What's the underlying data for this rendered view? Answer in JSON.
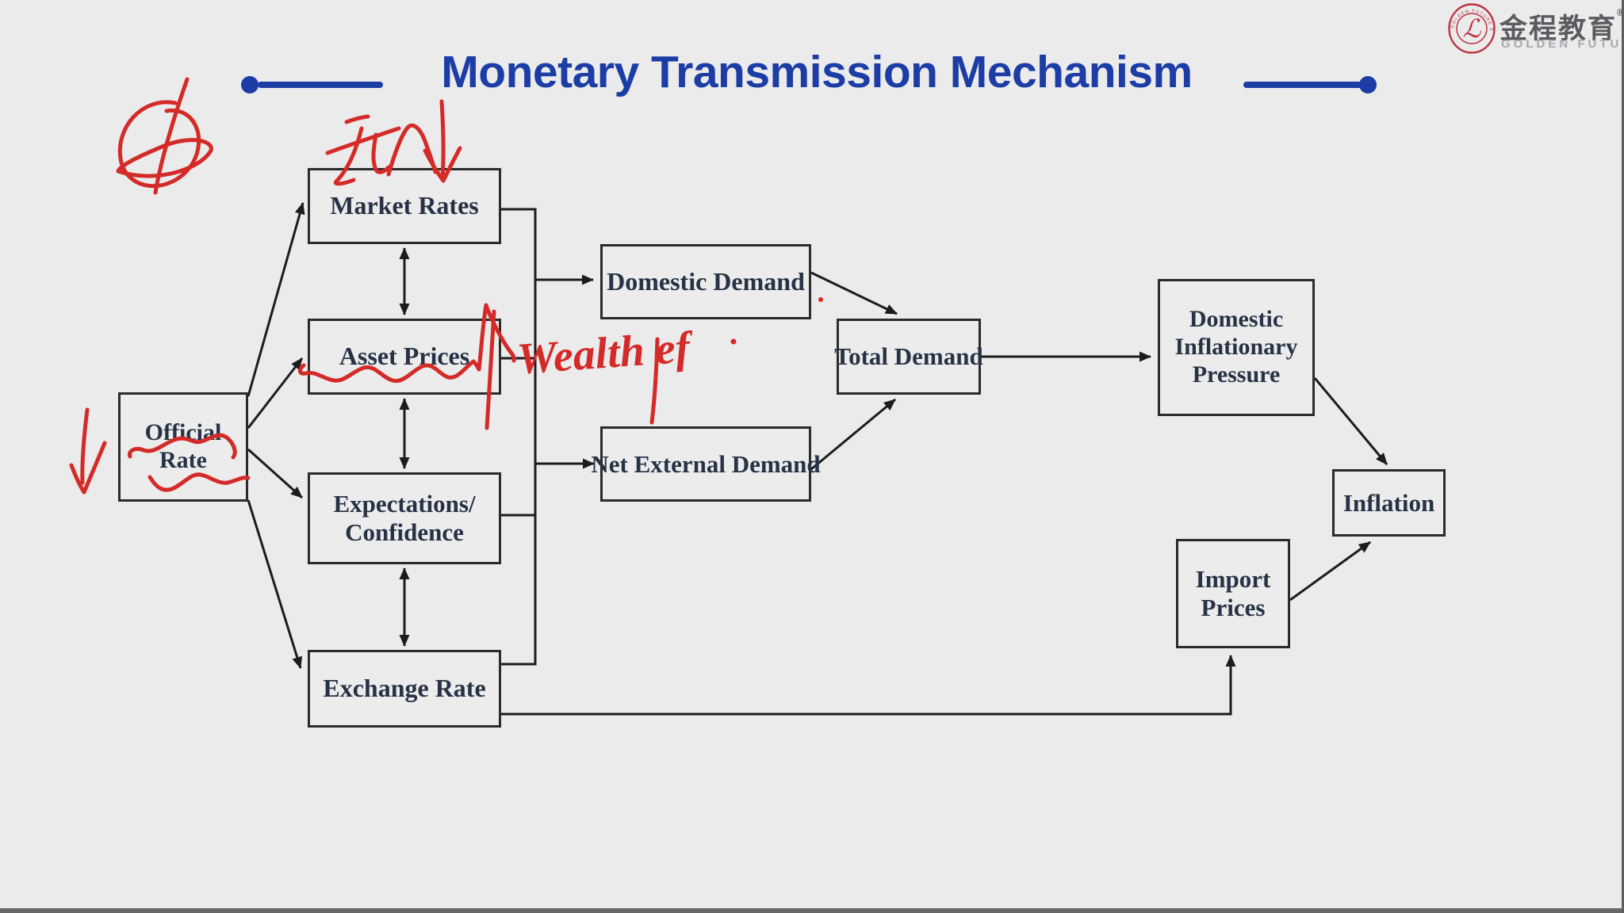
{
  "title": {
    "text": "Monetary Transmission Mechanism"
  },
  "logo": {
    "name_zh": "金程教育",
    "registered_mark": "®",
    "name_en": "GOLDEN FUTURE",
    "seal_text": "GOLDEN FUTURE EDUCATION · 1998",
    "seal_monogram": "ℒ"
  },
  "diagram": {
    "nodes": {
      "official_rate": {
        "label": "Official Rate"
      },
      "market_rates": {
        "label": "Market Rates"
      },
      "asset_prices": {
        "label": "Asset Prices"
      },
      "expectations_confidence": {
        "label": "Expectations/ Confidence"
      },
      "exchange_rate": {
        "label": "Exchange Rate"
      },
      "domestic_demand": {
        "label": "Domestic Demand"
      },
      "net_external_demand": {
        "label": "Net External Demand"
      },
      "total_demand": {
        "label": "Total Demand"
      },
      "domestic_inflationary_pressure": {
        "label": "Domestic Inflationary Pressure"
      },
      "inflation": {
        "label": "Inflation"
      },
      "import_prices": {
        "label": "Import Prices"
      }
    }
  },
  "annotations": {
    "wealth_text": "Wealth ef",
    "market_rates_note_reading": "无r↓"
  },
  "colors": {
    "background": "#ebebec",
    "title_blue": "#1c3da6",
    "box_border": "#2b2b2b",
    "box_text": "#273246",
    "annotation_red": "#d42a28",
    "seal_red": "#bd3343",
    "logo_gray": "#595b5f",
    "logo_light_gray": "#a6a9ad"
  }
}
